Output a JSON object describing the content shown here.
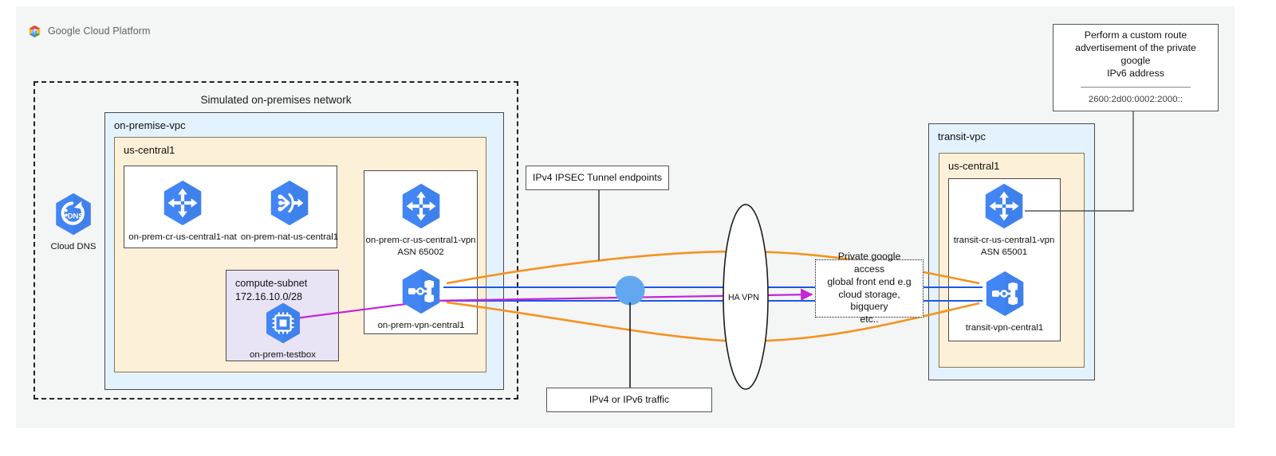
{
  "header": {
    "brand": "Google Cloud Platform",
    "logo_icon": "google-cloud-logo"
  },
  "zones": {
    "onprem": {
      "title": "Simulated on-premises network",
      "vpc_label": "on-premise-vpc",
      "region_label": "us-central1",
      "subnet_name": "compute-subnet",
      "subnet_cidr": "172.16.10.0/28"
    },
    "transit": {
      "vpc_label": "transit-vpc",
      "region_label": "us-central1"
    }
  },
  "nodes": {
    "cloud_dns": {
      "caption": "Cloud DNS",
      "icon": "cloud-dns-icon"
    },
    "onprem_cr_nat": {
      "caption": "on-prem-cr-us-central1-nat",
      "icon": "cloud-router-icon"
    },
    "onprem_nat": {
      "caption": "on-prem-nat-us-central1",
      "icon": "cloud-nat-icon"
    },
    "onprem_cr_vpn": {
      "caption_line1": "on-prem-cr-us-central1-vpn",
      "caption_line2": "ASN 65002",
      "icon": "cloud-router-icon"
    },
    "onprem_vpn": {
      "caption": "on-prem-vpn-central1",
      "icon": "cloud-vpn-icon"
    },
    "onprem_testbox": {
      "caption": "on-prem-testbox",
      "icon": "compute-engine-icon"
    },
    "transit_cr_vpn": {
      "caption_line1": "transit-cr-us-central1-vpn",
      "caption_line2": "ASN 65001",
      "icon": "cloud-router-icon"
    },
    "transit_vpn": {
      "caption": "transit-vpn-central1",
      "icon": "cloud-vpn-icon"
    }
  },
  "annotations": {
    "ipsec_endpoints": "IPv4 IPSEC Tunnel endpoints",
    "traffic": "IPv4 or IPv6 traffic",
    "ha_vpn": "HA VPN",
    "private_google_access": {
      "line1": "Private google access",
      "line2": "global front end e.g",
      "line3": "cloud storage, bigquery",
      "line4": "etc.."
    },
    "custom_route": {
      "line1": "Perform a custom route",
      "line2": "advertisement of the private google",
      "line3": "IPv6 address",
      "address": "2600:2d00:0002:2000::"
    }
  },
  "colors": {
    "page_background": "#f4f5f5",
    "vpc_fill": "#e3f2fd",
    "region_fill": "#fdf0d8",
    "subnet_fill": "#e9e3f6",
    "gcp_blue": "#4285f4",
    "tunnel_orange": "#f5921e",
    "traffic_blue": "#1a56e8",
    "ipv6_magenta": "#c426d6",
    "node_dot_blue": "#63a7f0",
    "stroke_dark": "#333333"
  }
}
